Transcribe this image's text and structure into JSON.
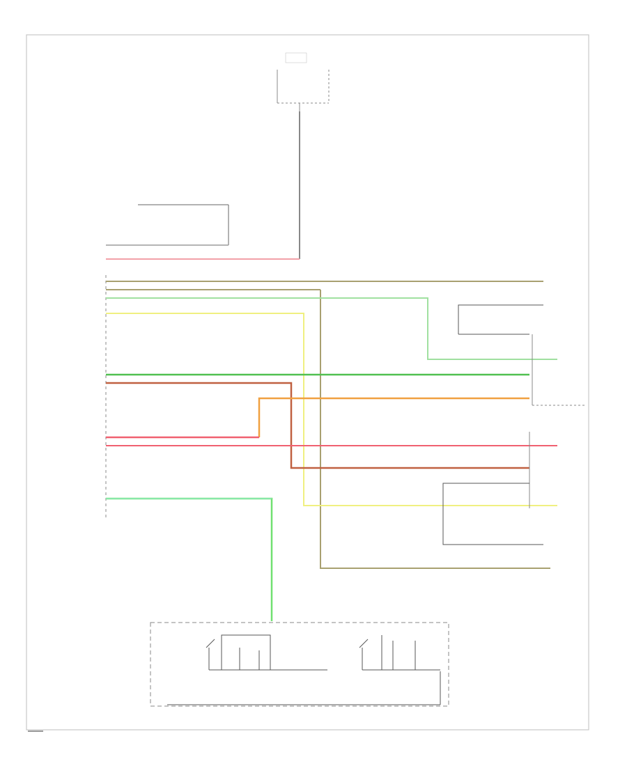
{
  "diagram": {
    "footer_code": "",
    "fuse_block": {
      "labels": []
    },
    "module_left": {
      "name": "",
      "pins": []
    },
    "module_bottom": {
      "name": "",
      "switches": []
    },
    "connectors": [],
    "wires": [
      {
        "id": "w1",
        "color": "#f2a0a8"
      },
      {
        "id": "w2",
        "color": "#9c9c9c"
      },
      {
        "id": "w3",
        "color": "#a8a070"
      },
      {
        "id": "w4",
        "color": "#a8a070"
      },
      {
        "id": "w5",
        "color": "#a0e0a0"
      },
      {
        "id": "w6",
        "color": "#f0f080"
      },
      {
        "id": "w7",
        "color": "#50c050"
      },
      {
        "id": "w8",
        "color": "#c06040"
      },
      {
        "id": "w9",
        "color": "#f0a040"
      },
      {
        "id": "w10",
        "color": "#f06070"
      },
      {
        "id": "w11",
        "color": "#a0f0e0"
      },
      {
        "id": "w12",
        "color": "#70e070"
      }
    ],
    "legible_text": []
  }
}
